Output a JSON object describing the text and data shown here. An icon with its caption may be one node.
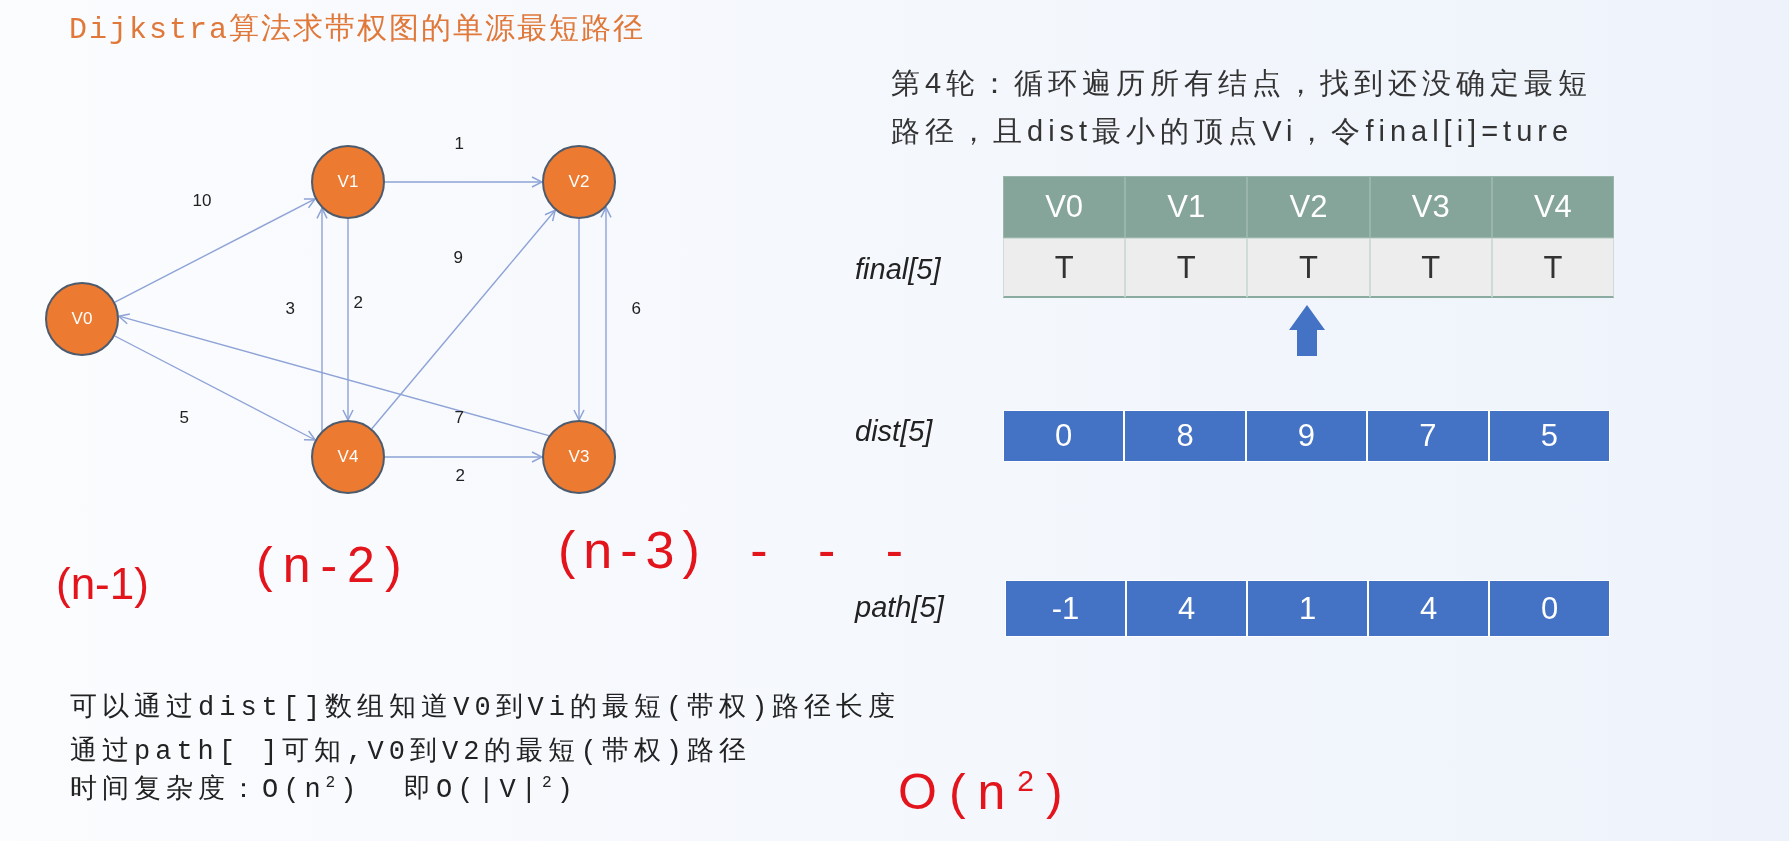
{
  "diagram": {
    "title": "Dijkstra算法求带权图的单源最短路径",
    "nodes": [
      {
        "text": [
          "V0"
        ]
      },
      {
        "text": [
          "V1"
        ]
      },
      {
        "text": [
          "V2"
        ]
      },
      {
        "text": [
          "V3"
        ]
      },
      {
        "text": [
          "V4"
        ]
      }
    ],
    "edges": [
      {
        "from": 0,
        "to": 1,
        "arrow": "to",
        "label": "10"
      },
      {
        "from": 0,
        "to": 4,
        "arrow": "to",
        "label": "5"
      },
      {
        "from": 1,
        "to": 2,
        "arrow": "to",
        "label": "1"
      },
      {
        "from": 1,
        "to": 4,
        "arrow": "to",
        "label": "2"
      },
      {
        "from": 4,
        "to": 1,
        "arrow": "to",
        "label": "3"
      },
      {
        "from": 4,
        "to": 2,
        "arrow": "to",
        "label": "9"
      },
      {
        "from": 4,
        "to": 3,
        "arrow": "to",
        "label": "2"
      },
      {
        "from": 3,
        "to": 0,
        "arrow": "to",
        "label": "7"
      },
      {
        "from": 2,
        "to": 3,
        "arrow": "to"
      },
      {
        "from": 3,
        "to": 2,
        "arrow": "to",
        "label": "6"
      }
    ],
    "labels": [
      "第4轮：循环遍历所有结点，找到还没确定最短路径，且dist最小的顶点Vi，令final[i]=ture",
      "V0",
      "V1",
      "V2",
      "V3",
      "V4",
      "final[5]",
      "T",
      "T",
      "T",
      "T",
      "T",
      "dist[5]",
      "0",
      "8",
      "9",
      "7",
      "5",
      "(n-1)",
      "(n-2)",
      "(n-3) - - -",
      "path[5]",
      "-1",
      "4",
      "1",
      "4",
      "0",
      "可以通过dist[]数组知道V0到Vi的最短(带权)路径长度",
      "通过path[ ]可知,V0到V2的最短(带权)路径",
      "时间复杂度：O(n$^{2}$)  即O(|V|$^{2}$)",
      "O(n$^{2}$)"
    ]
  }
}
